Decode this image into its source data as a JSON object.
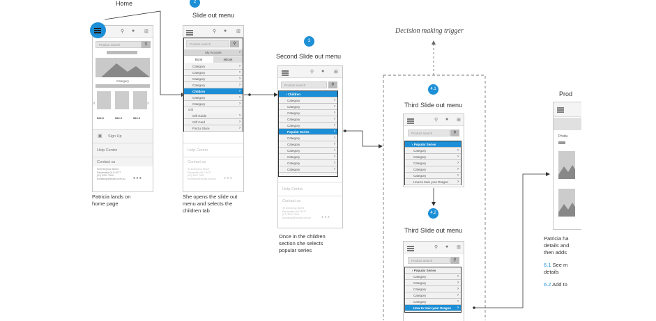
{
  "labels": {
    "home": "Home",
    "slide_out": "Slide out menu",
    "second_slide": "Second Slide out menu",
    "decision": "Decision making trigger",
    "third_a": "Third Slide out menu",
    "third_b": "Third Slide out menu",
    "product_partial": "Prod"
  },
  "badges": {
    "b2": "2",
    "b3": "3",
    "b41": "4.1",
    "b42": "4.2"
  },
  "captions": {
    "home_1": "Patricia lands on",
    "home_2": "home page",
    "slide_1": "She opens the slide out",
    "slide_2": "menu and selects the",
    "slide_3": "children tab",
    "second_1": "Once in the children",
    "second_2": "section she selects",
    "second_3": "popular series",
    "right_1": "Patricia ha",
    "right_2": "details and",
    "right_3": "then adds",
    "right_4a": "6.1",
    "right_4b": " See m",
    "right_5": "details",
    "right_6a": "6.2",
    "right_6b": " Add to"
  },
  "phone": {
    "search_placeholder": "Product search",
    "category": "Category",
    "sign_up": "Sign Up",
    "help": "Help Centre",
    "contact": "Contact us",
    "address_1": "90 Enterprise Street",
    "address_2": "Parramatta QLD 4077",
    "phone_no": "(07) 3201 7944",
    "email": "bookshop@books.com.au",
    "price": "$22.0",
    "my_account": "My Account",
    "tab_book": "Book",
    "tab_ebook": "eBook",
    "children": "Children",
    "gift": "Gift",
    "gift_guide": "Gift Guide",
    "gift_card": "Gift Card",
    "find_store": "Find a Store",
    "popular": "Popular Series",
    "dragon": "How to train your Dragon",
    "product_short": "Produ"
  }
}
